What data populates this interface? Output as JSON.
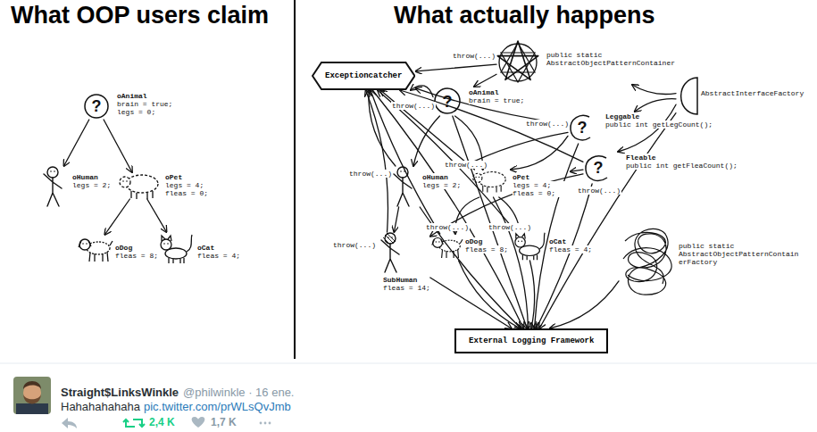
{
  "diagram": {
    "nodes": [
      {
        "text": [
          "?",
          "oAnimal",
          "brain = true; legs = 0;"
        ]
      },
      {
        "text": [
          "oHuman",
          "legs = 2;"
        ]
      },
      {
        "text": [
          "oPet",
          "legs = 4; fleas = 0;"
        ]
      },
      {
        "text": [
          "oDog",
          "fleas = 8;"
        ]
      },
      {
        "text": [
          "oCat",
          "fleas = 4;"
        ]
      },
      {
        "text": [
          "Exceptioncatcher"
        ]
      },
      {
        "text": [
          "public static AbstractObjectPatternContainer"
        ]
      },
      {
        "text": [
          "AbstractInterfaceFactory"
        ]
      },
      {
        "text": [
          "?",
          "oAnimal",
          "brain = true;"
        ]
      },
      {
        "text": [
          "?",
          "Leggable",
          "public int getLegCount();"
        ]
      },
      {
        "text": [
          "?",
          "Fleable",
          "public int getFleaCount();"
        ]
      },
      {
        "text": [
          "oHuman",
          "legs = 2;"
        ]
      },
      {
        "text": [
          "oPet",
          "legs = 4; fleas = 0;"
        ]
      },
      {
        "text": [
          "SubHuman",
          "fleas = 14;"
        ]
      },
      {
        "text": [
          "oDog",
          "fleas = 8;"
        ]
      },
      {
        "text": [
          "oCat",
          "fleas = 4;"
        ]
      },
      {
        "text": [
          "public static AbstractObjectPatternContainerFactory"
        ]
      },
      {
        "text": [
          "External Logging Framework"
        ]
      }
    ],
    "edges": [
      {
        "from": 0,
        "to": 1,
        "arrow": "to"
      },
      {
        "from": 0,
        "to": 2,
        "arrow": "to"
      },
      {
        "from": 2,
        "to": 3,
        "arrow": "to"
      },
      {
        "from": 2,
        "to": 4,
        "arrow": "to"
      },
      {
        "from": 8,
        "to": 11,
        "arrow": "to"
      },
      {
        "from": 8,
        "to": 12,
        "arrow": "to"
      },
      {
        "from": 11,
        "to": 13,
        "arrow": "to"
      },
      {
        "from": 12,
        "to": 14,
        "arrow": "to"
      },
      {
        "from": 12,
        "to": 15,
        "arrow": "to"
      },
      {
        "from": 9,
        "to": 11,
        "arrow": "to"
      },
      {
        "from": 9,
        "to": 12,
        "arrow": "to"
      },
      {
        "from": 10,
        "to": 12,
        "arrow": "to"
      },
      {
        "from": 10,
        "to": 13,
        "arrow": "to"
      },
      {
        "from": 7,
        "to": 6,
        "arrow": "to"
      },
      {
        "from": 7,
        "to": 9,
        "arrow": "to"
      },
      {
        "from": 7,
        "to": 10,
        "arrow": "to"
      },
      {
        "from": 6,
        "to": 5,
        "label": "throw(...)",
        "arrow": "to"
      },
      {
        "from": 8,
        "to": 5,
        "label": "throw(...)",
        "arrow": "to"
      },
      {
        "from": 9,
        "to": 5,
        "label": "throw(...)",
        "arrow": "to"
      },
      {
        "from": 10,
        "to": 5,
        "label": "throw(...)",
        "arrow": "to"
      },
      {
        "from": 11,
        "to": 5,
        "label": "throw(...)",
        "arrow": "to"
      },
      {
        "from": 12,
        "to": 5,
        "label": "throw(...)",
        "arrow": "to"
      },
      {
        "from": 13,
        "to": 5,
        "label": "throw(...)",
        "arrow": "to"
      },
      {
        "from": 14,
        "to": 5,
        "label": "throw(...)",
        "arrow": "to"
      },
      {
        "from": 15,
        "to": 5,
        "label": "throw(...)",
        "arrow": "to"
      },
      {
        "from": 5,
        "to": 17,
        "arrow": "to"
      },
      {
        "from": 8,
        "to": 17,
        "arrow": "to"
      },
      {
        "from": 9,
        "to": 17,
        "arrow": "to"
      },
      {
        "from": 10,
        "to": 17,
        "arrow": "to"
      },
      {
        "from": 11,
        "to": 17,
        "arrow": "to"
      },
      {
        "from": 12,
        "to": 17,
        "arrow": "to"
      },
      {
        "from": 13,
        "to": 17,
        "arrow": "to"
      },
      {
        "from": 14,
        "to": 17,
        "arrow": "to"
      },
      {
        "from": 15,
        "to": 17,
        "arrow": "to"
      },
      {
        "from": 7,
        "to": 17,
        "arrow": "to"
      },
      {
        "from": 16,
        "to": 17,
        "arrow": "to"
      },
      {
        "from": 6,
        "to": 8,
        "arrow": "to"
      }
    ],
    "labels": [
      "What OOP users claim",
      "What actually happens",
      "Straight$LinksWinkle",
      "@philwinkle · 16 ene.",
      "Hahahahahaha",
      "pic.twitter.com/prWLsQvJmb",
      "2,4 K",
      "1,7 K"
    ]
  }
}
